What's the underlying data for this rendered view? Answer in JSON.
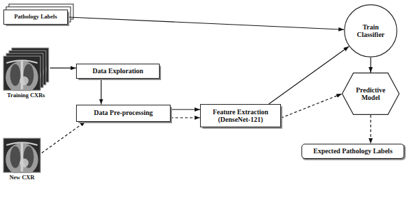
{
  "diagram": {
    "nodes": [
      {
        "text": [
          "Pathology Labels"
        ]
      },
      {
        "text": [
          "Training CXRs"
        ]
      },
      {
        "text": [
          "New CXR"
        ]
      },
      {
        "text": [
          "Data Exploration"
        ]
      },
      {
        "text": [
          "Data Pre-processing"
        ]
      },
      {
        "text": [
          "Feature Extraction (DenseNet-121)"
        ]
      },
      {
        "text": [
          "Train Classifier"
        ]
      },
      {
        "text": [
          "Predictive Model"
        ]
      },
      {
        "text": [
          "Expected Pathology Labels"
        ]
      }
    ],
    "edges": [
      {
        "from": 0,
        "to": 6,
        "arrow": "to"
      },
      {
        "from": 1,
        "to": 3,
        "arrow": "to"
      },
      {
        "from": 3,
        "to": 4,
        "arrow": "to"
      },
      {
        "from": 2,
        "to": 4,
        "arrow": "to"
      },
      {
        "from": 4,
        "to": 5,
        "arrow": "to"
      },
      {
        "from": 4,
        "to": 5,
        "arrow": "to"
      },
      {
        "from": 5,
        "to": 6,
        "arrow": "to"
      },
      {
        "from": 5,
        "to": 7,
        "arrow": "to"
      },
      {
        "from": 6,
        "to": 7,
        "arrow": "to"
      },
      {
        "from": 7,
        "to": 8,
        "arrow": "to"
      }
    ]
  }
}
